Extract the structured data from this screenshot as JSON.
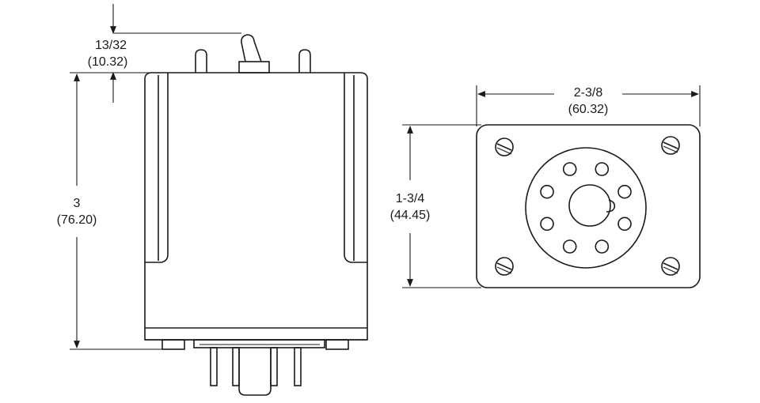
{
  "side_view": {
    "top_offset": {
      "fraction": "13/32",
      "metric": "(10.32)"
    },
    "height": {
      "fraction": "3",
      "metric": "(76.20)"
    }
  },
  "bottom_view": {
    "width": {
      "fraction": "2-3/8",
      "metric": "(60.32)"
    },
    "height": {
      "fraction": "1-3/4",
      "metric": "(44.45)"
    },
    "pin_count": 8,
    "mounting_screws": 4
  }
}
